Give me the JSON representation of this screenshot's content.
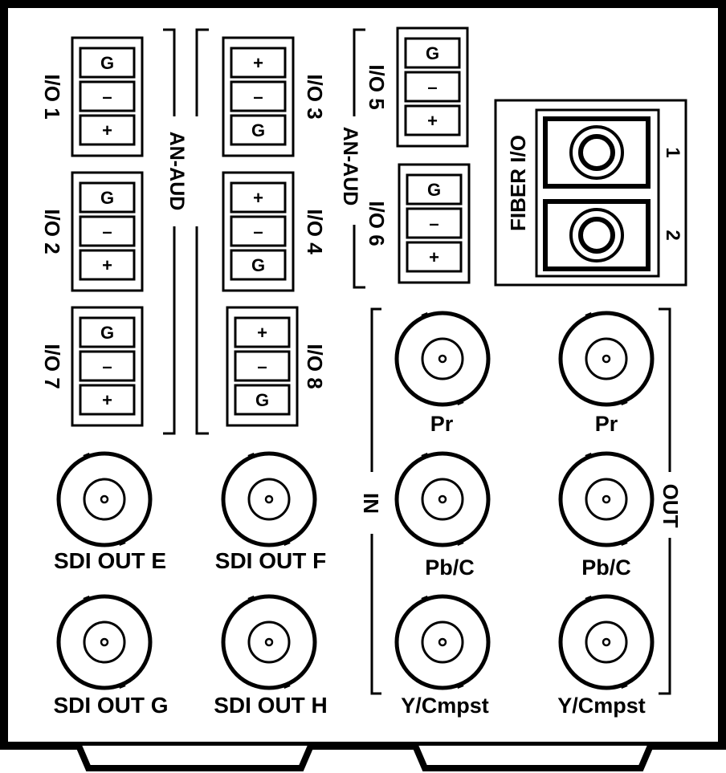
{
  "colors": {
    "ink": "#000000",
    "paper": "#ffffff"
  },
  "audio": {
    "group_label": "AN-AUD",
    "terminal_blocks": [
      {
        "label": "I/O 1",
        "pins": [
          "G",
          "–",
          "+"
        ]
      },
      {
        "label": "I/O 2",
        "pins": [
          "G",
          "–",
          "+"
        ]
      },
      {
        "label": "I/O 7",
        "pins": [
          "G",
          "–",
          "+"
        ]
      },
      {
        "label": "I/O 3",
        "pins": [
          "+",
          "–",
          "G"
        ]
      },
      {
        "label": "I/O 4",
        "pins": [
          "+",
          "–",
          "G"
        ]
      },
      {
        "label": "I/O 8",
        "pins": [
          "+",
          "–",
          "G"
        ]
      },
      {
        "label": "I/O 5",
        "pins": [
          "G",
          "–",
          "+"
        ]
      },
      {
        "label": "I/O 6",
        "pins": [
          "G",
          "–",
          "+"
        ]
      }
    ]
  },
  "fiber": {
    "label": "FIBER I/O",
    "ports": [
      "1",
      "2"
    ]
  },
  "sdi_outputs": [
    "SDI OUT E",
    "SDI OUT F",
    "SDI OUT G",
    "SDI OUT H"
  ],
  "component": {
    "in_label": "IN",
    "out_label": "OUT",
    "in_connectors": [
      "Pr",
      "Pb/C",
      "Y/Cmpst"
    ],
    "out_connectors": [
      "Pr",
      "Pb/C",
      "Y/Cmpst"
    ]
  }
}
